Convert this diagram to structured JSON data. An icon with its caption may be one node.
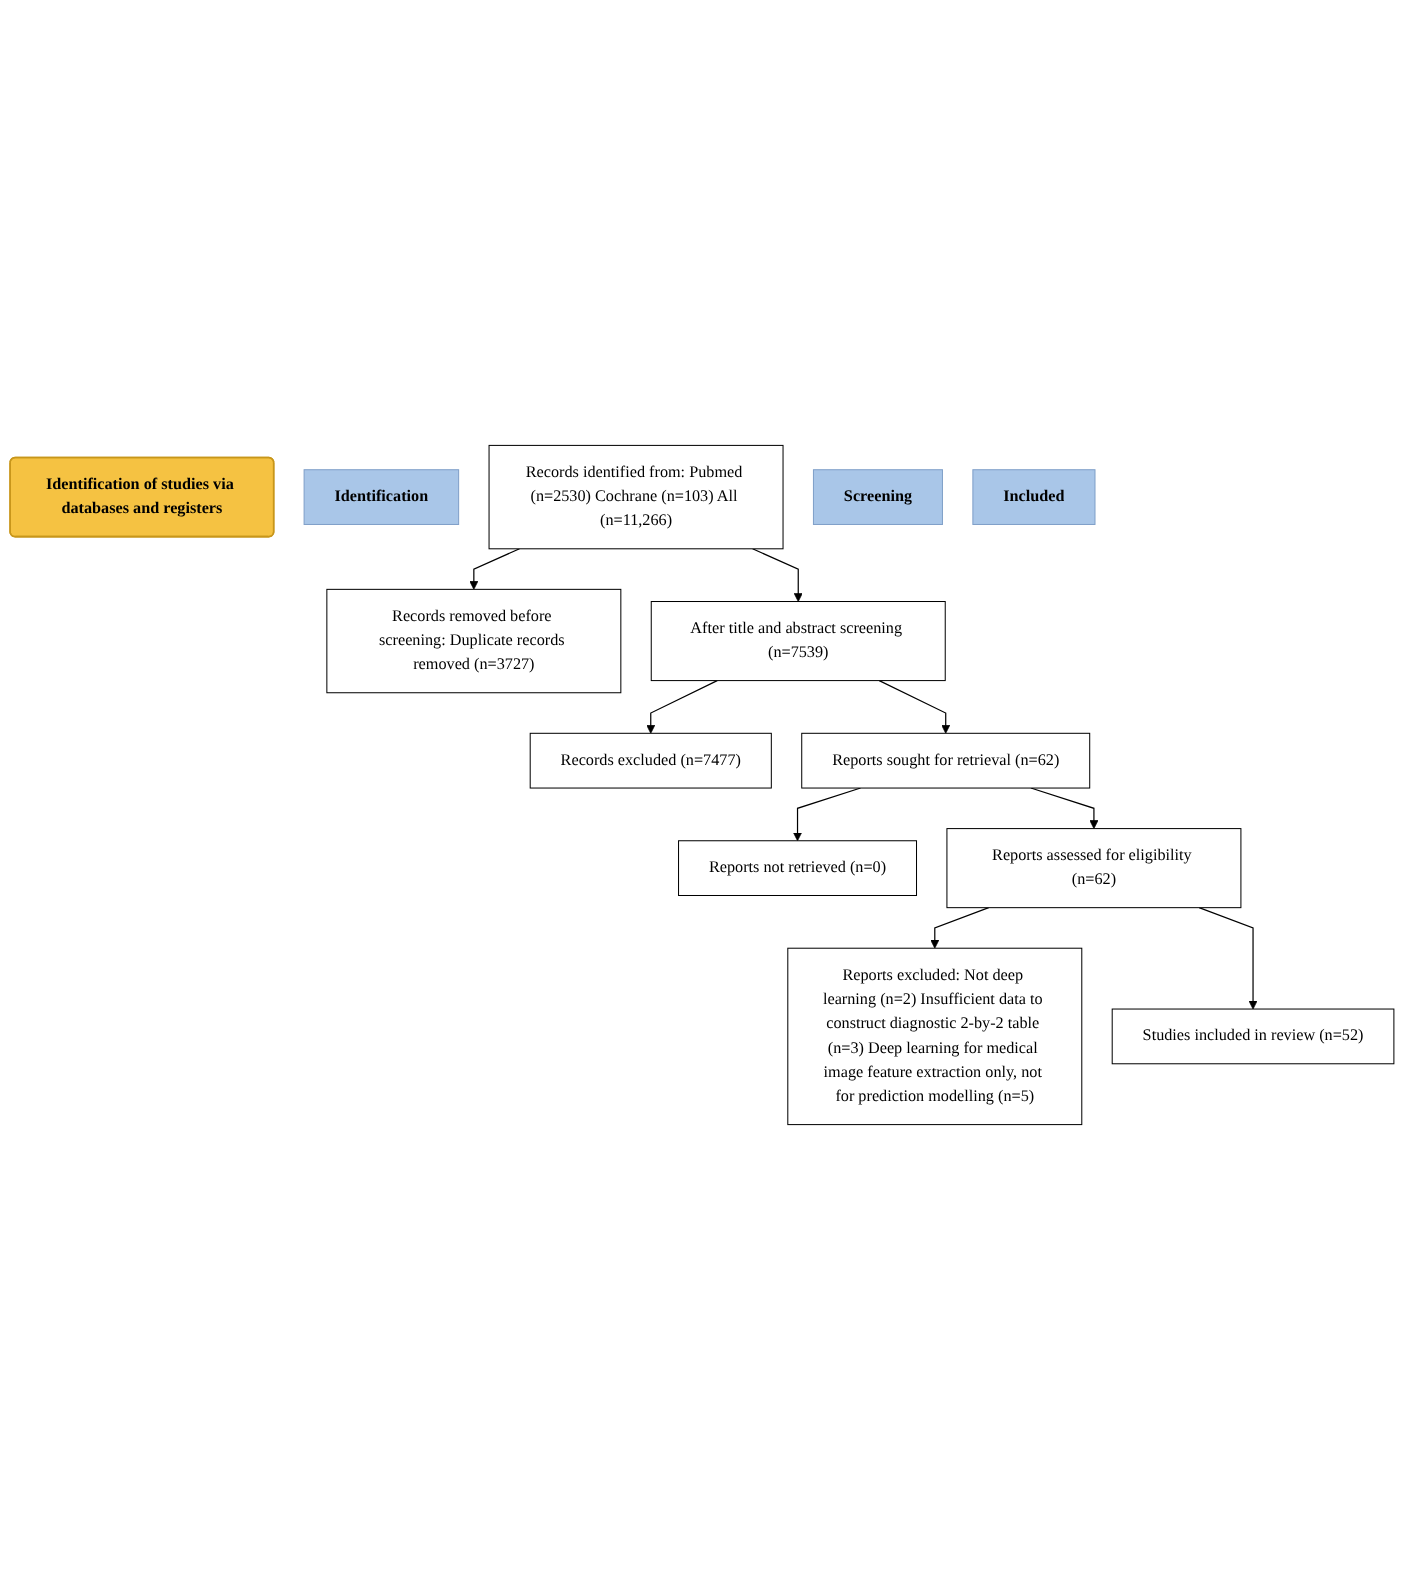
{
  "diagram": {
    "nodes": [
      {
        "text": [
          "Identification of studies via databases and registers"
        ]
      },
      {
        "text": [
          "Identification"
        ]
      },
      {
        "text": [
          "Records identified from: Pubmed (n=2530) Cochrane (n=103) All (n=11,266)"
        ]
      },
      {
        "text": [
          "Records removed before screening: Duplicate records removed (n=3727)"
        ]
      },
      {
        "text": [
          "Screening"
        ]
      },
      {
        "text": [
          "After title and abstract screening (n=7539)"
        ]
      },
      {
        "text": [
          "Records excluded (n=7477)"
        ]
      },
      {
        "text": [
          "Reports sought for retrieval (n=62)"
        ]
      },
      {
        "text": [
          "Reports not retrieved (n=0)"
        ]
      },
      {
        "text": [
          "Reports assessed for eligibility (n=62)"
        ]
      },
      {
        "text": [
          "Reports excluded: Not deep learning (n=2) Insufficient data to construct diagnostic 2-by-2 table (n=3) Deep learning for medical image feature extraction only, not for prediction modelling (n=5)"
        ]
      },
      {
        "text": [
          "Included"
        ]
      },
      {
        "text": [
          "Studies included in review (n=52)"
        ]
      }
    ],
    "edges": [
      {
        "from": 2,
        "to": 3,
        "arrow": "to"
      },
      {
        "from": 2,
        "to": 5,
        "arrow": "to"
      },
      {
        "from": 5,
        "to": 6,
        "arrow": "to"
      },
      {
        "from": 5,
        "to": 7,
        "arrow": "to"
      },
      {
        "from": 7,
        "to": 8,
        "arrow": "to"
      },
      {
        "from": 7,
        "to": 9,
        "arrow": "to"
      },
      {
        "from": 9,
        "to": 10,
        "arrow": "to"
      },
      {
        "from": 9,
        "to": 12,
        "arrow": "to"
      }
    ]
  }
}
